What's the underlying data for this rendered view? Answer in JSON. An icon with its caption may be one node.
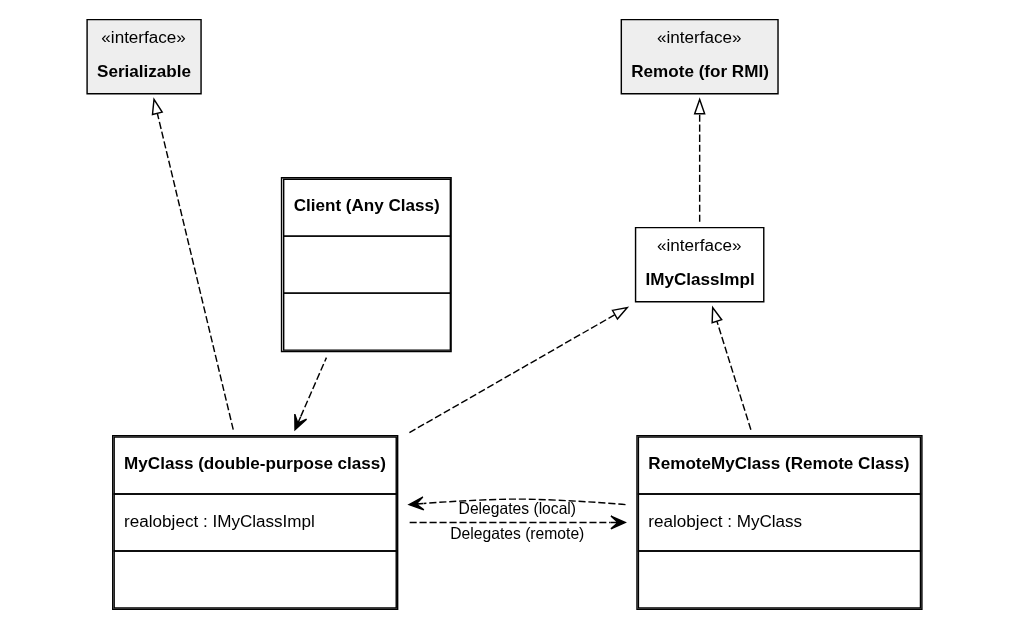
{
  "diagram": {
    "nodes": [
      {
        "text": [
          "«interface»",
          "Serializable"
        ]
      },
      {
        "text": [
          "«interface»",
          "Remote (for RMI)"
        ]
      },
      {
        "text": [
          "Client (Any Class)"
        ]
      },
      {
        "text": [
          "«interface»",
          "IMyClassImpl"
        ]
      },
      {
        "text": [
          "MyClass (double-purpose class)",
          "realobject : IMyClassImpl"
        ]
      },
      {
        "text": [
          "RemoteMyClass (Remote Class)",
          "realobject : MyClass"
        ]
      }
    ],
    "edges": [
      {
        "from": 2,
        "to": 4,
        "arrow": "to",
        "style": "dashed"
      },
      {
        "from": 4,
        "to": 0,
        "arrow": "to",
        "style": "dashed"
      },
      {
        "from": 3,
        "to": 1,
        "arrow": "to",
        "style": "dashed"
      },
      {
        "from": 4,
        "to": 3,
        "arrow": "to",
        "style": "dashed"
      },
      {
        "from": 5,
        "to": 3,
        "arrow": "to",
        "style": "dashed"
      },
      {
        "from": 4,
        "to": 5,
        "label": "Delegates (remote)",
        "arrow": "to",
        "style": "dashed"
      },
      {
        "from": 5,
        "to": 4,
        "label": "Delegates (local)",
        "arrow": "to",
        "style": "dashed"
      }
    ]
  }
}
